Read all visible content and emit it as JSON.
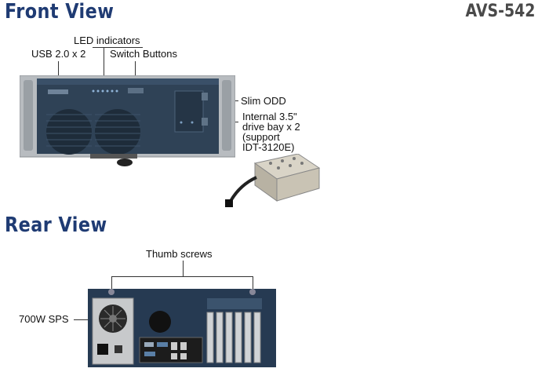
{
  "headings": {
    "front": "Front View",
    "rear": "Rear View",
    "model": "AVS-542"
  },
  "front_labels": {
    "led": "LED indicators",
    "usb": "USB 2.0 x 2",
    "switch": "Switch Buttons",
    "slim_odd": "Slim ODD",
    "bay_line1": "Internal 3.5\"",
    "bay_line2": "drive bay x 2",
    "bay_line3": "(support",
    "bay_line4": "IDT-3120E)"
  },
  "rear_labels": {
    "thumb": "Thumb screws",
    "sps": "700W SPS"
  },
  "colors": {
    "heading": "#1f3b73",
    "chassis_front": "#2f4256",
    "chassis_rear": "#263a52"
  }
}
